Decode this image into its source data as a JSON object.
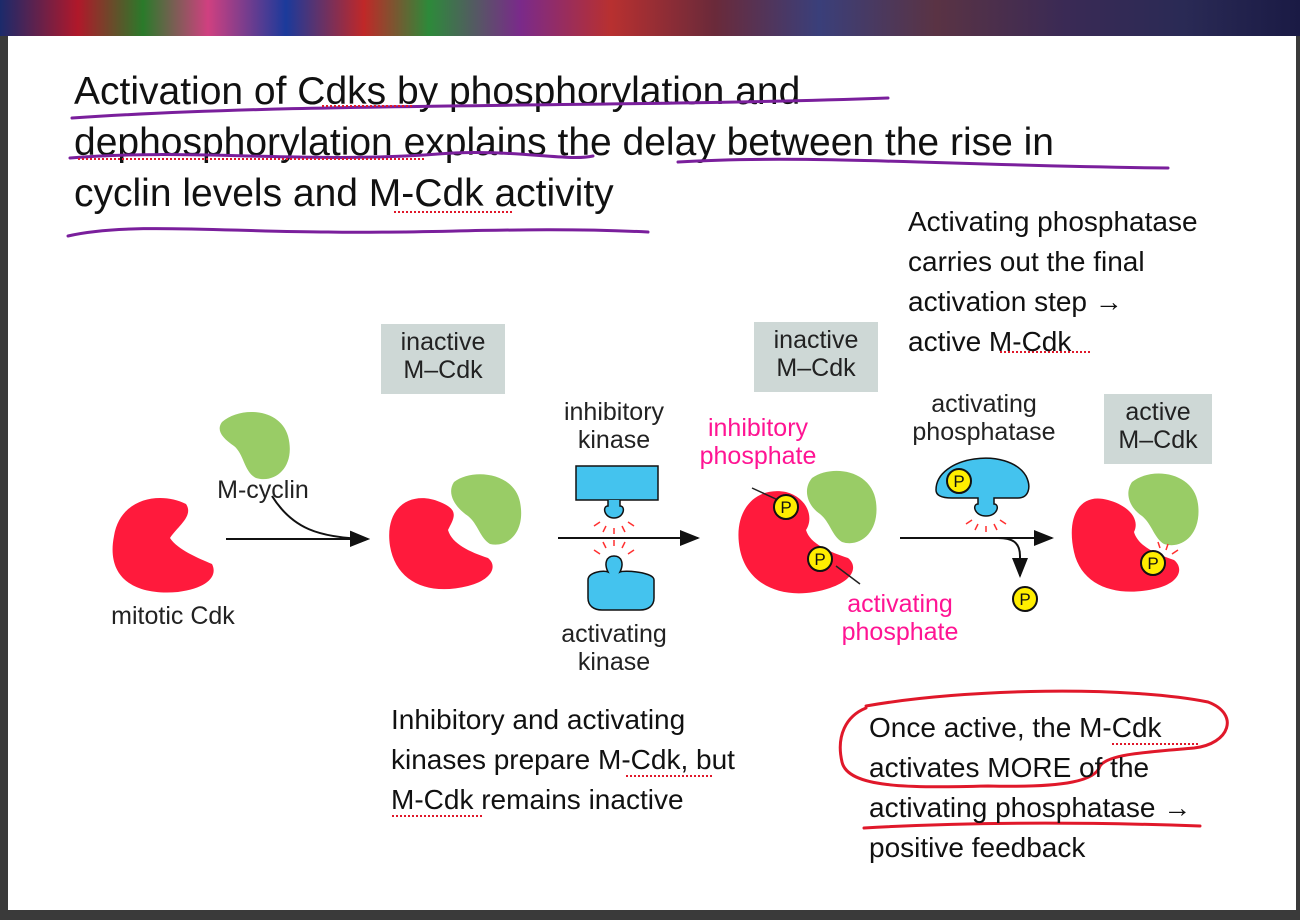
{
  "slide": {
    "title": "Activation of Cdks by phosphorylation and\ndephosphorylation explains the delay between the rise in\ncyclin levels and M-Cdk activity",
    "callout_top": "Activating phosphatase\ncarries out the final\nactivation step →\nactive M-Cdk",
    "callout_prep": "Inhibitory and activating\nkinases prepare M-Cdk, but\nM-Cdk remains inactive",
    "callout_feedback": "Once active, the M-Cdk\nactivates MORE of the\nactivating phosphatase →\npositive feedback"
  },
  "diagram": {
    "mitotic_cdk": "mitotic Cdk",
    "m_cyclin": "M-cyclin",
    "inactive_1": "inactive\nM–Cdk",
    "inactive_2": "inactive\nM–Cdk",
    "active": "active\nM–Cdk",
    "inhibitory_kinase": "inhibitory\nkinase",
    "activating_kinase": "activating\nkinase",
    "inhibitory_phosphate": "inhibitory\nphosphate",
    "activating_phosphate": "activating\nphosphate",
    "activating_phosphatase": "activating\nphosphatase",
    "phosphate_symbol": "P"
  },
  "colors": {
    "cdk_red": "#ff1a3c",
    "cyclin_green": "#99cc66",
    "enzyme_blue": "#44c3ee",
    "phosphate_yellow": "#ffee00",
    "label_pink": "#ff1493",
    "annotation_purple": "#7a1f9c",
    "annotation_red": "#e0182a",
    "box_gray": "#ced8d6"
  }
}
